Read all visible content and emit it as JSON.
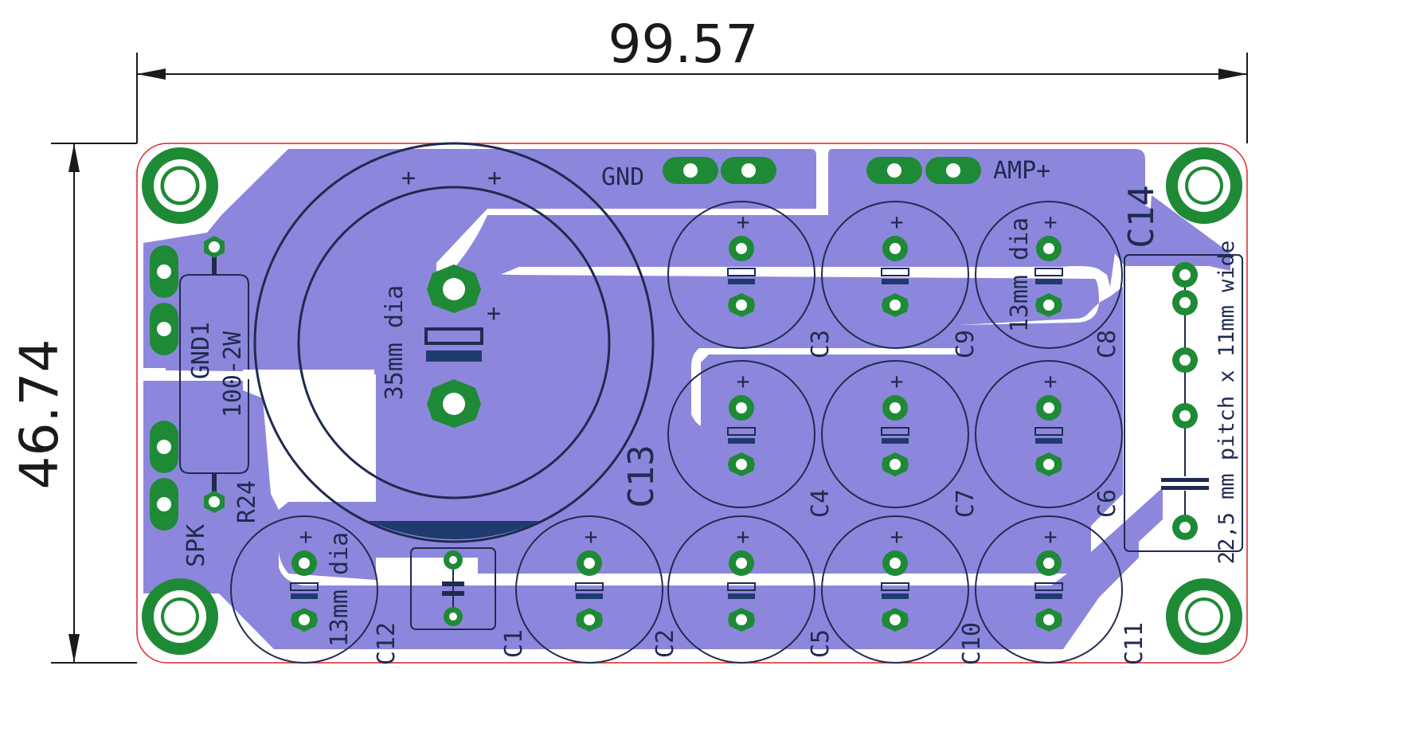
{
  "dimensions": {
    "width": "99.57",
    "height": "46.74"
  },
  "colors": {
    "copper_pour": "#8c87dc",
    "pad": "#1f8a36",
    "silkscreen": "#1f2b4f",
    "edge": "#e02020"
  },
  "net_labels": {
    "gnd": "GND",
    "amp_plus": "AMP+",
    "spk": "SPK"
  },
  "resistor": {
    "ref": "R24",
    "value": "100-2W",
    "net": "GND1"
  },
  "big_cap": {
    "ref": "C13",
    "note": "35mm dia",
    "plus": "+"
  },
  "film_cap": {
    "ref": "C14",
    "note": "22,5 mm pitch x 11mm wide"
  },
  "capacitors": [
    {
      "ref": "C3"
    },
    {
      "ref": "C9"
    },
    {
      "ref": "C8"
    },
    {
      "ref": "C4"
    },
    {
      "ref": "C7"
    },
    {
      "ref": "C6"
    },
    {
      "ref": "C12"
    },
    {
      "ref": "C1"
    },
    {
      "ref": "C2"
    },
    {
      "ref": "C5"
    },
    {
      "ref": "C10"
    },
    {
      "ref": "C11"
    }
  ],
  "cap_notes": {
    "c8": "13mm dia",
    "c12": "13mm dia"
  },
  "plus_sign": "+"
}
